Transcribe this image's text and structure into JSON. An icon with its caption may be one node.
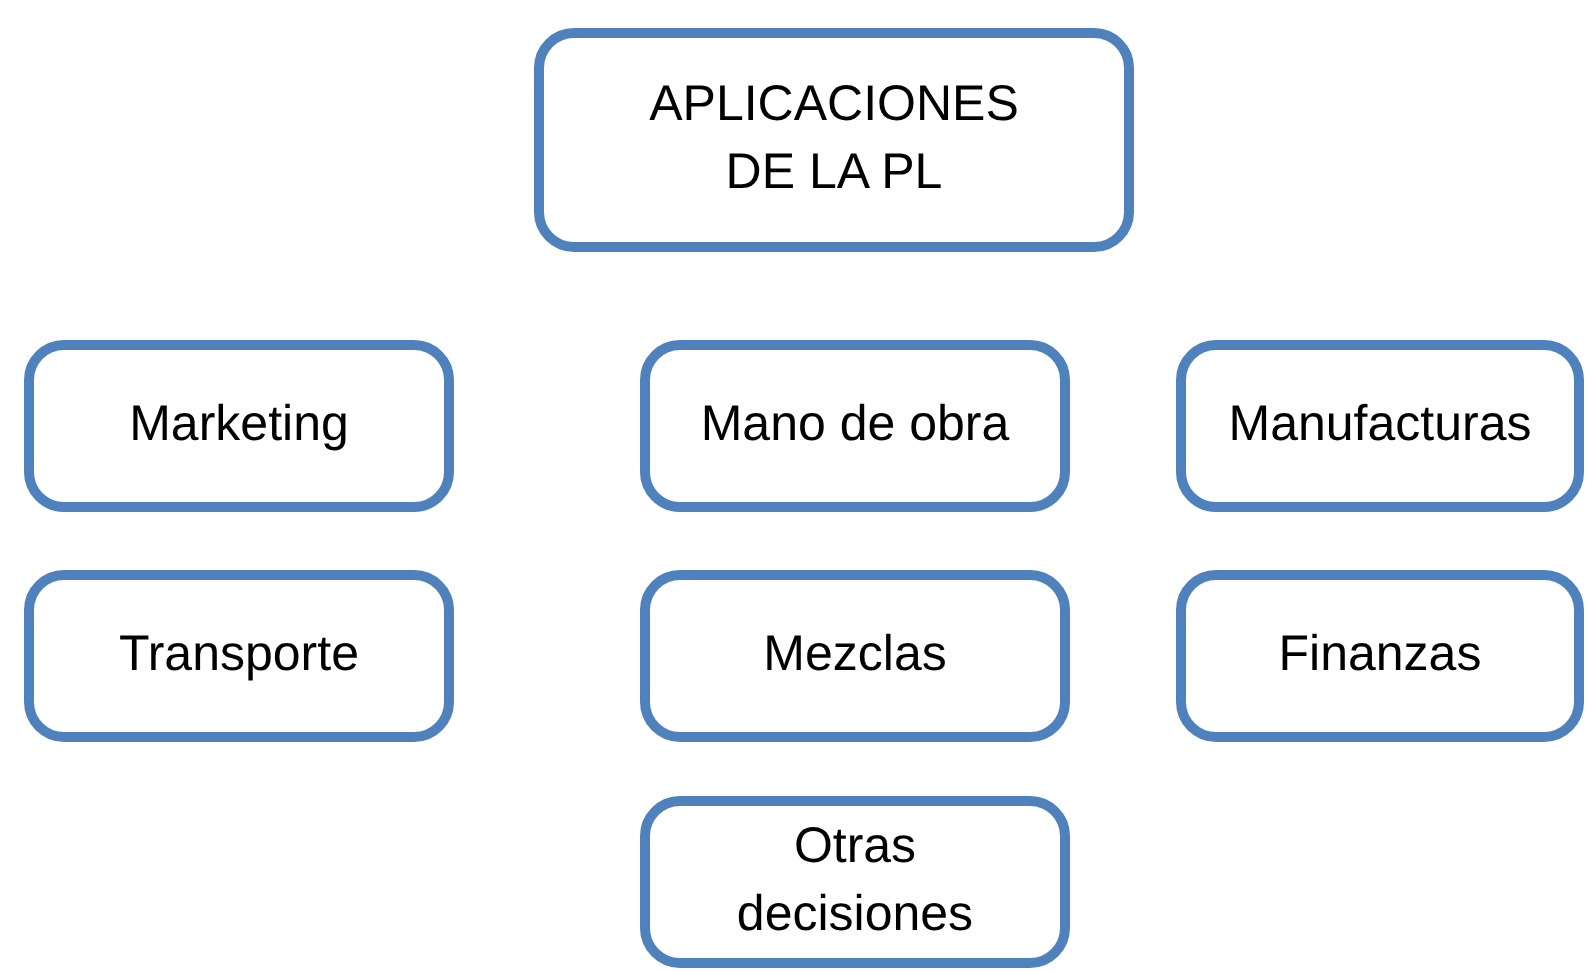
{
  "diagram": {
    "nodes": [
      {
        "text": [
          "APLICACIONES DE LA PL"
        ]
      },
      {
        "text": [
          "Marketing"
        ]
      },
      {
        "text": [
          "Mano de obra"
        ]
      },
      {
        "text": [
          "Manufacturas"
        ]
      },
      {
        "text": [
          "Transporte"
        ]
      },
      {
        "text": [
          "Mezclas"
        ]
      },
      {
        "text": [
          "Finanzas"
        ]
      },
      {
        "text": [
          "Otras decisiones"
        ]
      }
    ]
  }
}
